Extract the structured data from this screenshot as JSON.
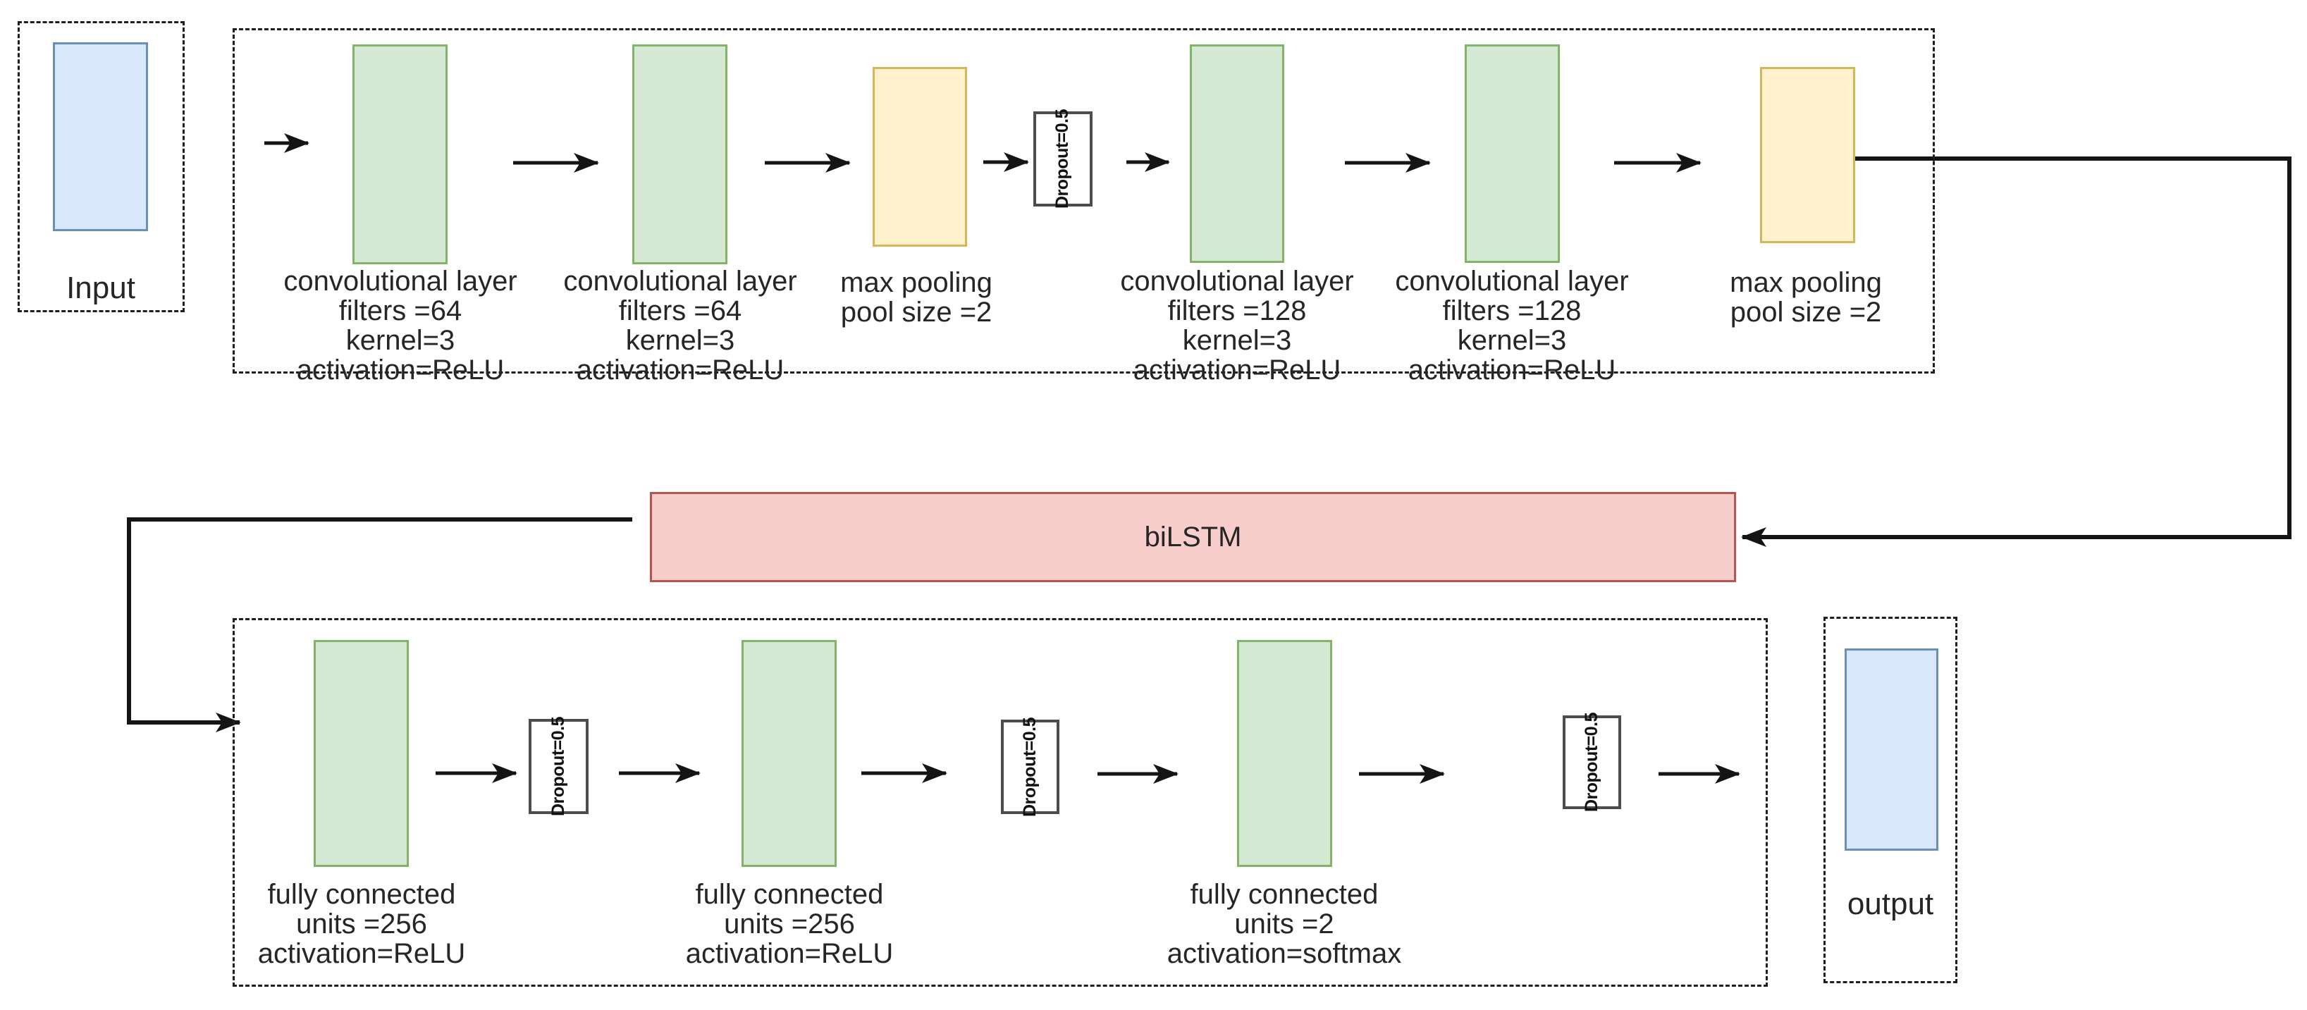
{
  "diagram": {
    "input": {
      "label": "Input"
    },
    "cnn_block": {
      "conv1": {
        "label": "convolutional layer\nfilters =64\nkernel=3\nactivation=ReLU"
      },
      "conv2": {
        "label": "convolutional layer\nfilters =64\nkernel=3\nactivation=ReLU"
      },
      "pool1": {
        "label": "max pooling\npool size =2"
      },
      "dropout1": {
        "label": "Dropout=0.5"
      },
      "conv3": {
        "label": "convolutional layer\nfilters =128\nkernel=3\nactivation=ReLU"
      },
      "conv4": {
        "label": "convolutional layer\nfilters =128\nkernel=3\nactivation=ReLU"
      },
      "pool2": {
        "label": "max pooling\npool size =2"
      }
    },
    "bilstm": {
      "label": "biLSTM"
    },
    "dense_block": {
      "fc1": {
        "label": "fully connected\nunits =256\nactivation=ReLU"
      },
      "dropout2": {
        "label": "Dropout=0.5"
      },
      "fc2": {
        "label": "fully connected\nunits =256\nactivation=ReLU"
      },
      "dropout3": {
        "label": "Dropout=0.5"
      },
      "fc3": {
        "label": "fully connected\nunits =2\nactivation=softmax"
      },
      "dropout4": {
        "label": "Dropout=0.5"
      }
    },
    "output": {
      "label": "output"
    }
  },
  "colors": {
    "io_fill": "#dae8fc",
    "io_stroke": "#6c8ebf",
    "conv_fill": "#d5e8d4",
    "conv_stroke": "#82b366",
    "pool_fill": "#fff2cc",
    "pool_stroke": "#d6b656",
    "bilstm_fill": "#f8cecc",
    "bilstm_stroke": "#b85450",
    "dropout_fill": "#ffffff",
    "dropout_stroke": "#4d4d4d"
  }
}
